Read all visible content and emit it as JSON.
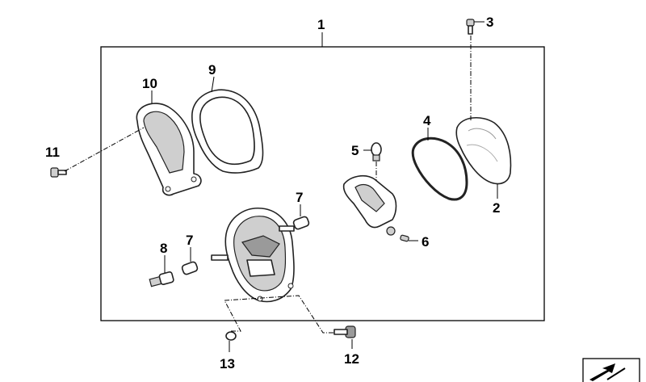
{
  "diagram": {
    "callouts": [
      "1",
      "2",
      "3",
      "4",
      "5",
      "6",
      "7",
      "7",
      "8",
      "9",
      "10",
      "11",
      "12",
      "13"
    ]
  },
  "icons": {
    "corner_symbol": "parts-catalog-arrow-icon"
  }
}
